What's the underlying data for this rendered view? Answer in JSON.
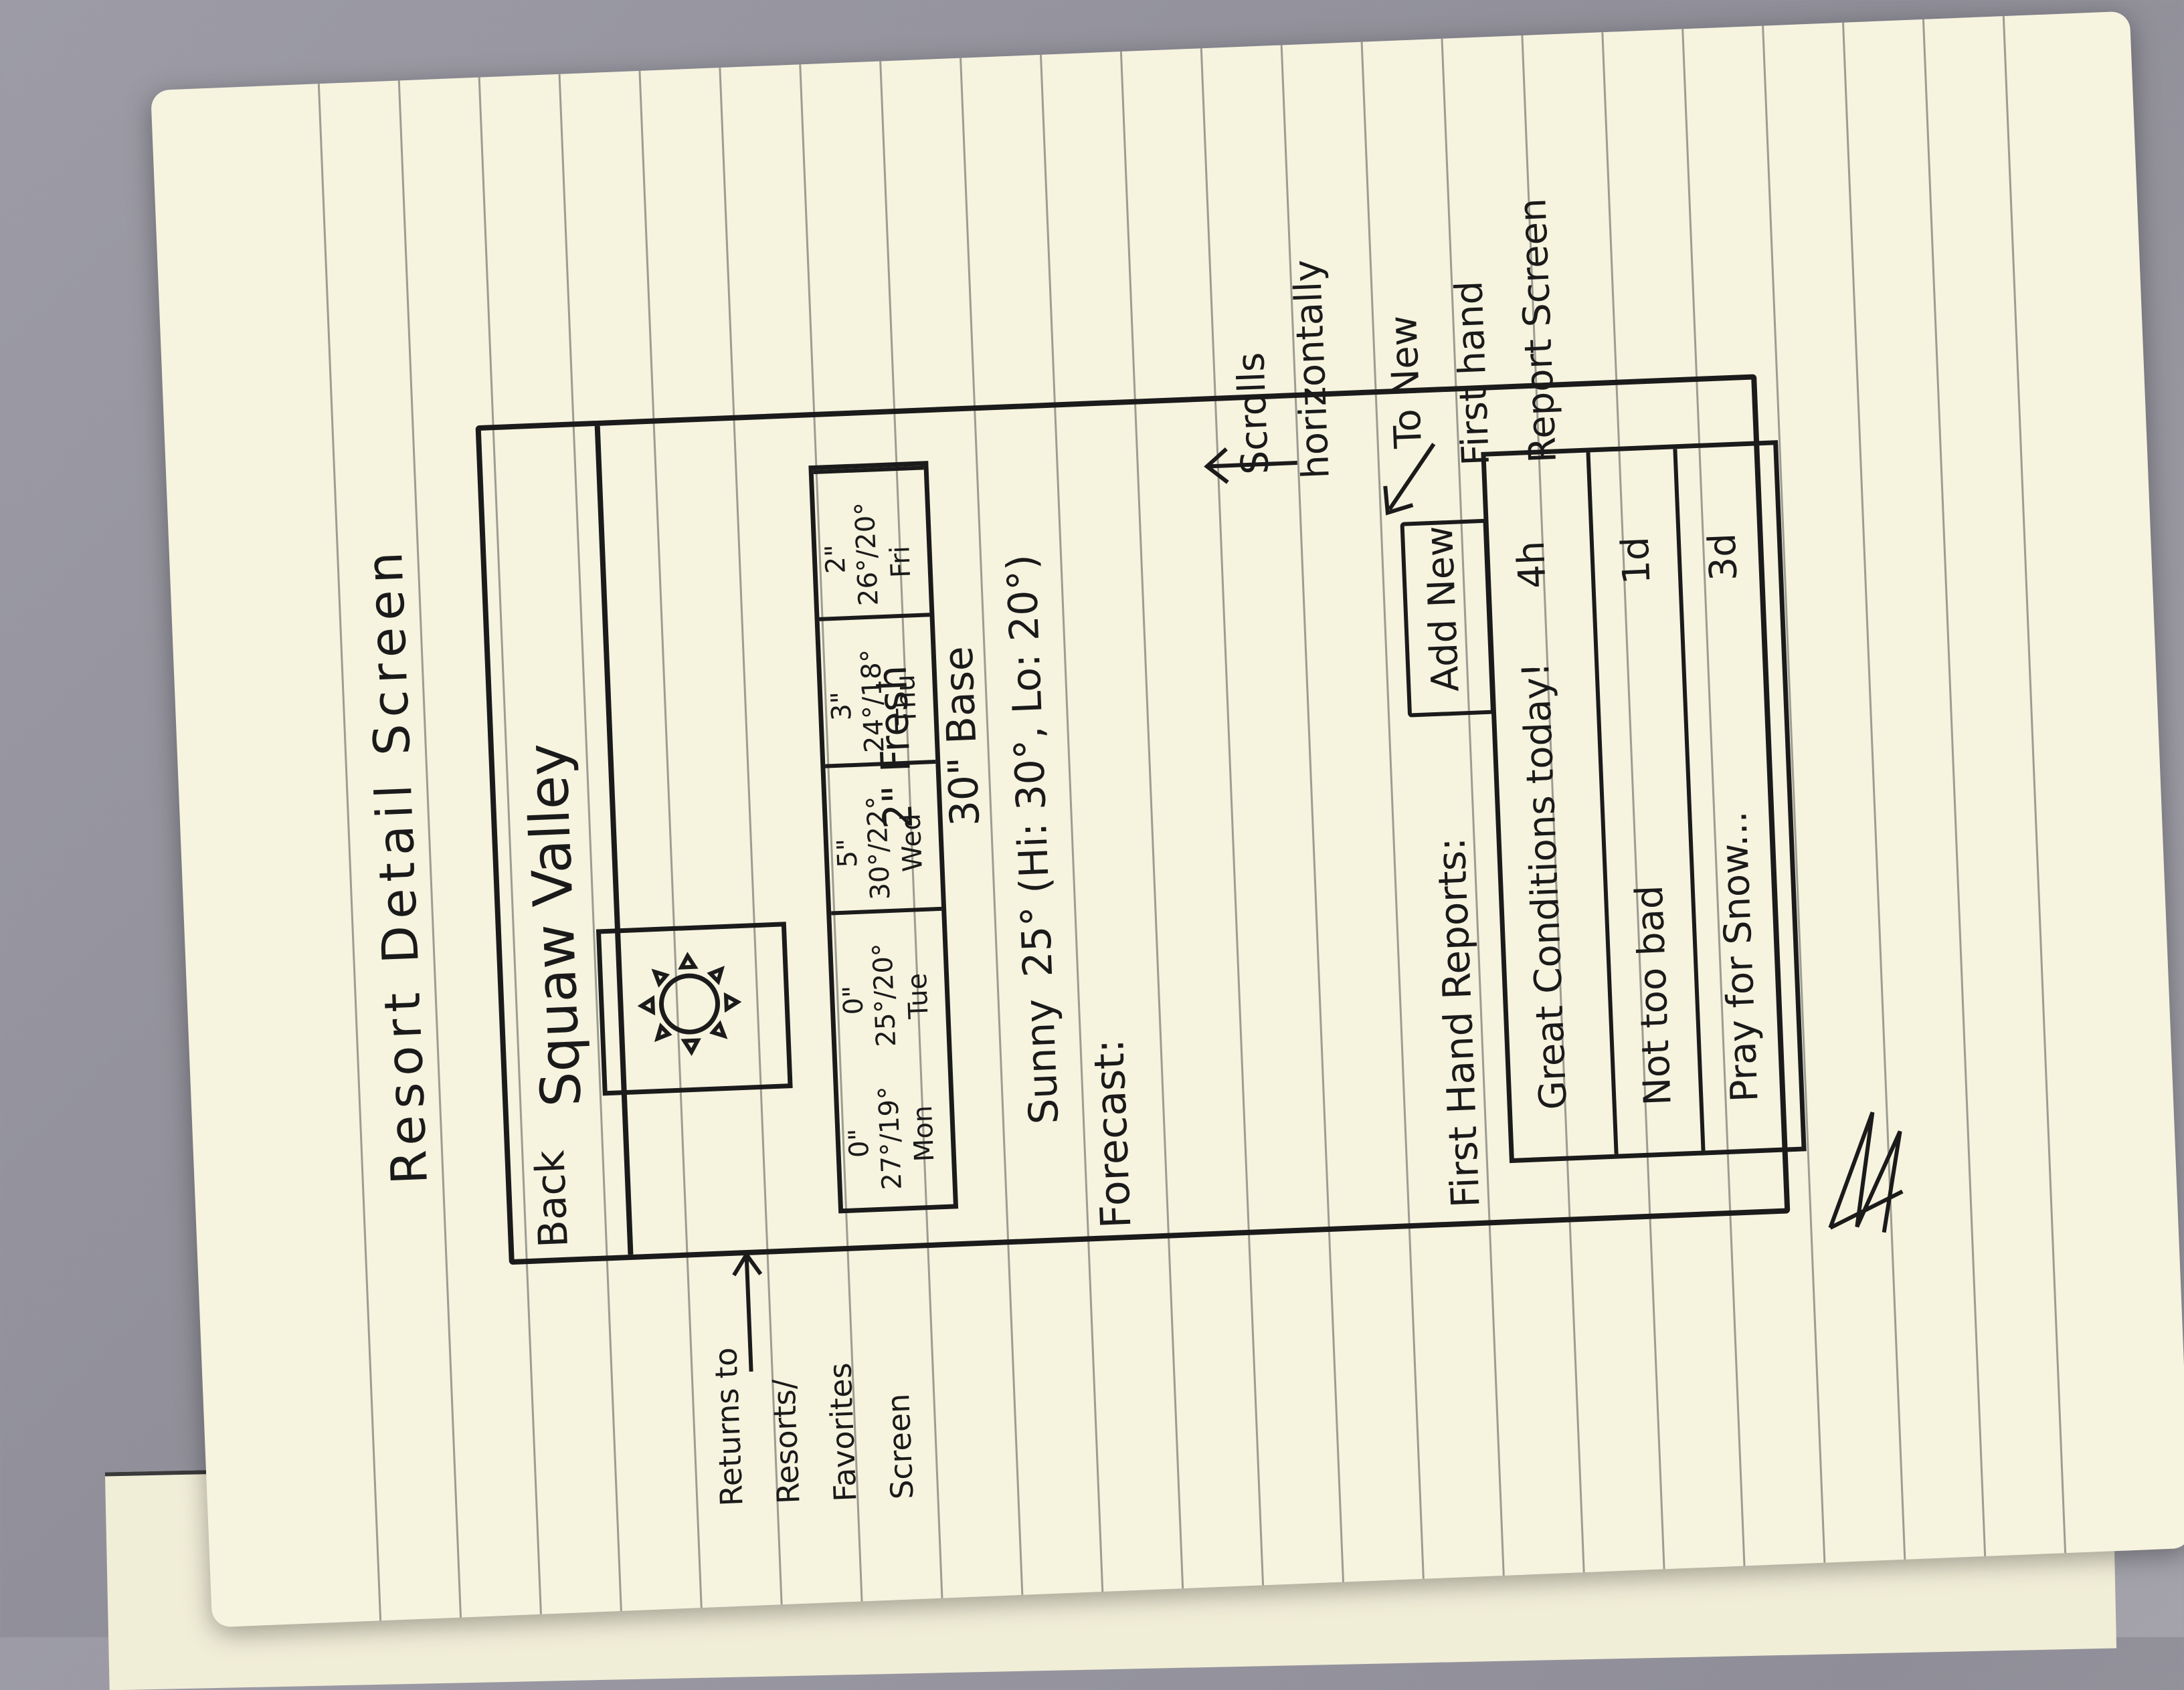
{
  "sketch_title": "Resort Detail Screen",
  "header": {
    "back_label": "Back",
    "resort_name": "Squaw Valley"
  },
  "conditions": {
    "weather_icon": "sun-icon",
    "fresh": "2\" Fresh",
    "base": "30\" Base",
    "weather_text": "Sunny",
    "temperature": "25° (Hi: 30°, Lo: 20°)"
  },
  "forecast": {
    "label": "Forecast:",
    "days": [
      {
        "snow": "0\"",
        "temps": "27°/19°",
        "day": "Mon"
      },
      {
        "snow": "0\"",
        "temps": "25°/20°",
        "day": "Tue"
      },
      {
        "snow": "5\"",
        "temps": "30°/22°",
        "day": "Wed"
      },
      {
        "snow": "3\"",
        "temps": "24°/18°",
        "day": "Thu"
      },
      {
        "snow": "2\"",
        "temps": "26°/20°",
        "day": "Fri"
      }
    ]
  },
  "reports": {
    "label": "First Hand Reports:",
    "add_new_label": "Add New",
    "items": [
      {
        "text": "Great Conditions today!",
        "age": "4h"
      },
      {
        "text": "Not too bad",
        "age": "1d"
      },
      {
        "text": "Pray for Snow...",
        "age": "3d"
      }
    ]
  },
  "annotations": {
    "back_note_lines": [
      "Returns to",
      "Resorts/",
      "Favorites",
      "Screen"
    ],
    "scroll_note_lines": [
      "Scrolls",
      "horizontally"
    ],
    "add_note_lines": [
      "To New",
      "First hand",
      "Report Screen"
    ]
  }
}
